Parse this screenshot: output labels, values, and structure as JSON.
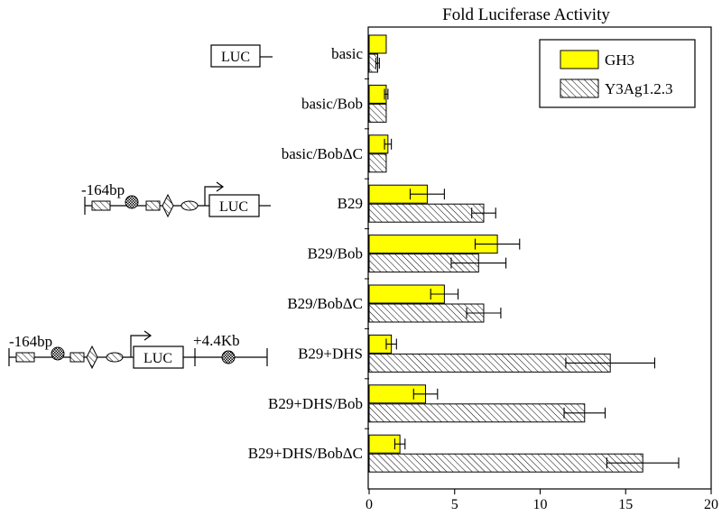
{
  "chart_data": {
    "type": "bar",
    "orientation": "horizontal",
    "title": "Fold Luciferase Activity",
    "xlim": [
      0,
      20
    ],
    "xticks": [
      0,
      5,
      10,
      15,
      20
    ],
    "grid": false,
    "legend_position": "top-right",
    "categories": [
      "basic",
      "basic/Bob",
      "basic/BobΔC",
      "B29",
      "B29/Bob",
      "B29/BobΔC",
      "B29+DHS",
      "B29+DHS/Bob",
      "B29+DHS/BobΔC"
    ],
    "series": [
      {
        "name": "GH3",
        "fill": "yellow",
        "color": "#ffff00",
        "values": [
          1.0,
          1.0,
          1.1,
          3.4,
          7.5,
          4.4,
          1.3,
          3.3,
          1.8
        ],
        "errors": [
          0,
          0.1,
          0.2,
          1.0,
          1.3,
          0.8,
          0.3,
          0.7,
          0.3
        ]
      },
      {
        "name": "Y3Ag1.2.3",
        "fill": "hatched",
        "color": "#ffffff",
        "values": [
          0.5,
          1.0,
          1.0,
          6.7,
          6.4,
          6.7,
          14.1,
          12.6,
          16.0
        ],
        "errors": [
          0.1,
          0,
          0,
          0.7,
          1.6,
          1.0,
          2.6,
          1.2,
          2.1
        ]
      }
    ]
  },
  "diagrams": {
    "basic_box": "LUC",
    "b29_promoter": "-164bp",
    "b29_box": "LUC",
    "dhs_promoter": "-164bp",
    "dhs_box": "LUC",
    "dhs_enhancer": "+4.4Kb"
  }
}
